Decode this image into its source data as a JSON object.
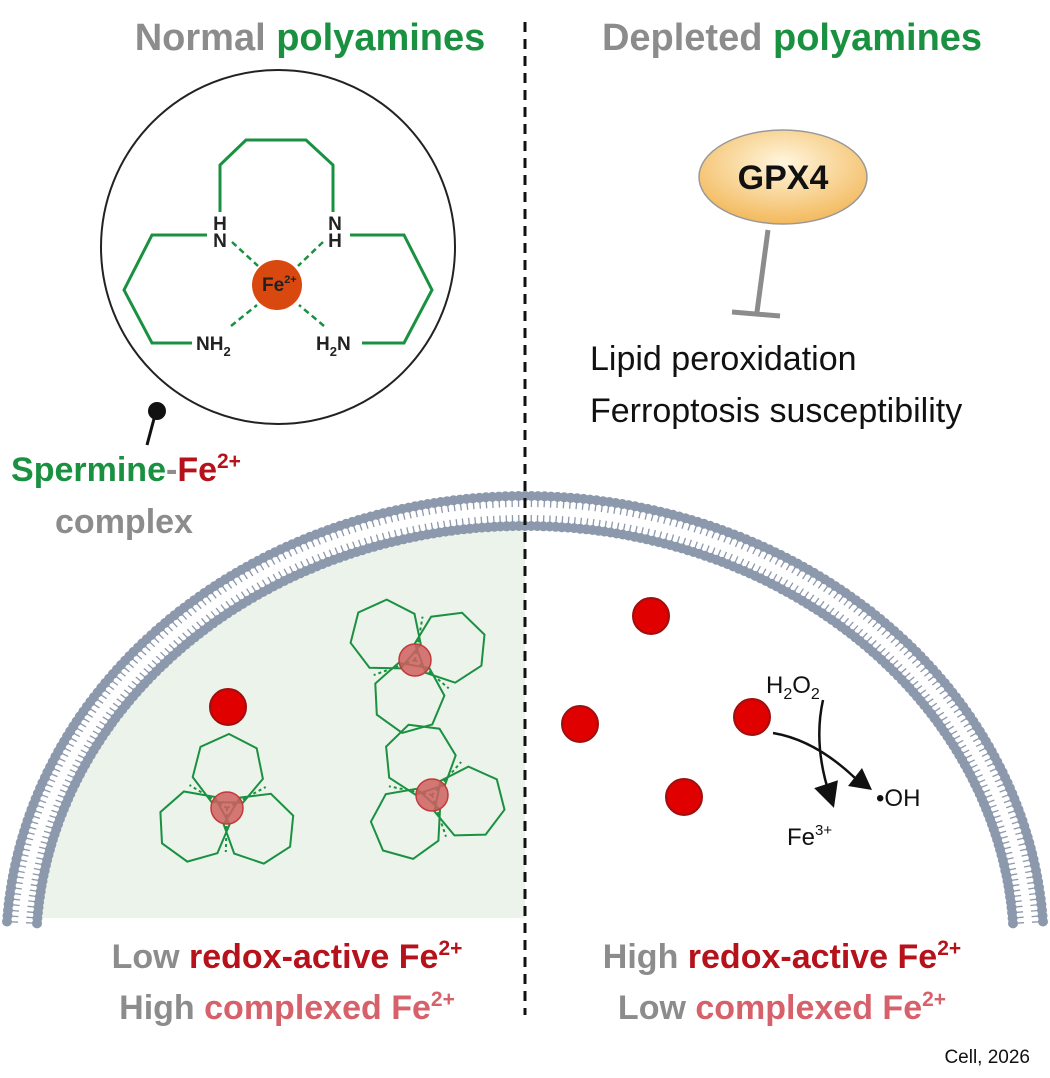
{
  "colors": {
    "gray": "#8c8c8c",
    "green": "#1a9141",
    "dark_red": "#b5121b",
    "pink_red": "#d6616b",
    "iron": "#e00000",
    "iron_core": "#b5121b",
    "membrane": "#8c98ac",
    "cytoplasm": "#ecf3ea",
    "gpx4_fill": "#f7c97a",
    "inhibit": "#8c8c8c"
  },
  "left_panel": {
    "title_part1": "Normal ",
    "title_part2": "polyamines",
    "molecule": {
      "iron_label": "Fe",
      "iron_charge": "2+",
      "nh_top_left_h": "H",
      "nh_top_left_n": "N",
      "nh_top_right_n": "N",
      "nh_top_right_h": "H",
      "nh2_left": "NH",
      "nh2_left_sub": "2",
      "h2n_right_h": "H",
      "h2n_right_sub": "2",
      "h2n_right_n": "N"
    },
    "complex_label_part1": "Spermine",
    "complex_label_dash": "-",
    "complex_label_part2": "Fe",
    "complex_label_charge": "2+",
    "complex_label_line2": "complex",
    "bottom_line1_part1": "Low ",
    "bottom_line1_part2": "redox-active Fe",
    "bottom_line1_charge": "2+",
    "bottom_line2_part1": "High ",
    "bottom_line2_part2": "complexed Fe",
    "bottom_line2_charge": "2+"
  },
  "right_panel": {
    "title_part1": "Depleted ",
    "title_part2": "polyamines",
    "enzyme": "GPX4",
    "effect_line1": "Lipid peroxidation",
    "effect_line2": "Ferroptosis susceptibility",
    "reaction": {
      "h2o2_h": "H",
      "h2o2_sub1": "2",
      "h2o2_o": "O",
      "h2o2_sub2": "2",
      "product": "•OH",
      "fe3_label": "Fe",
      "fe3_charge": "3+"
    },
    "bottom_line1_part1": "High ",
    "bottom_line1_part2": "redox-active Fe",
    "bottom_line1_charge": "2+",
    "bottom_line2_part1": "Low ",
    "bottom_line2_part2": "complexed Fe",
    "bottom_line2_charge": "2+"
  },
  "credit": "Cell, 2026"
}
